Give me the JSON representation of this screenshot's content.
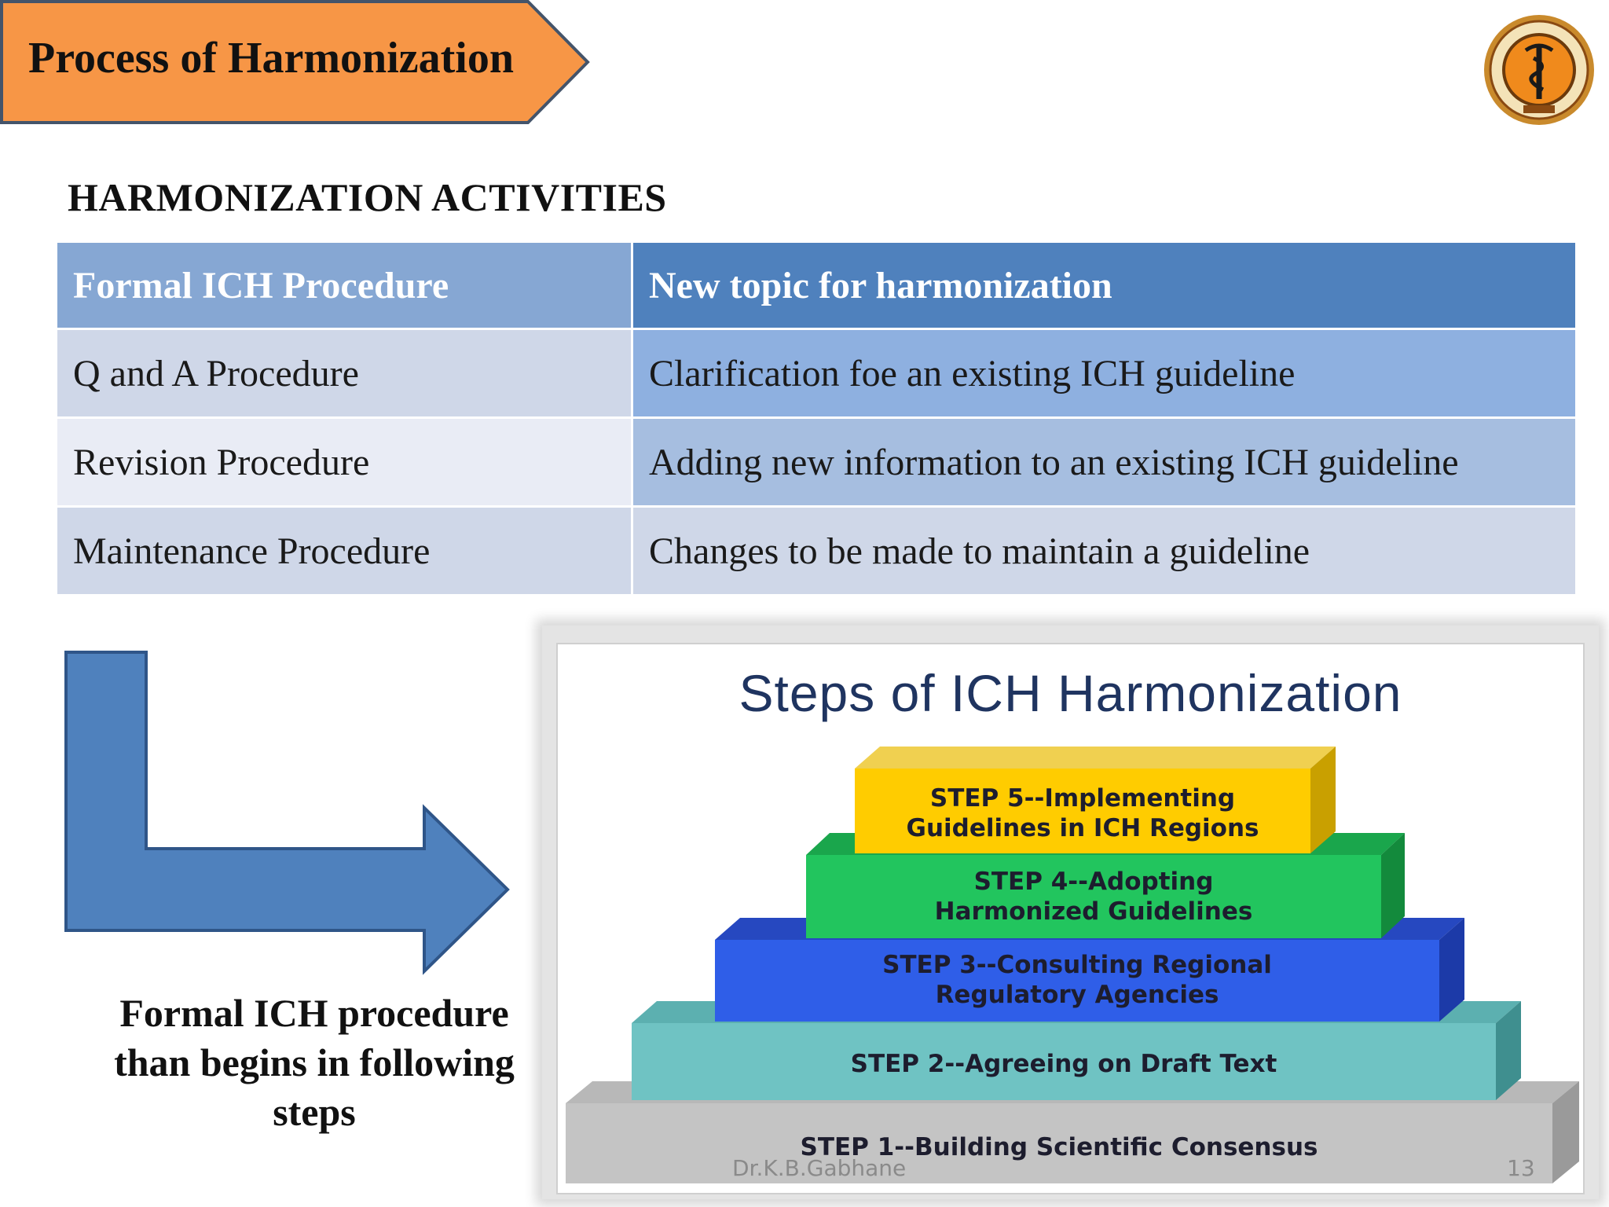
{
  "header": {
    "title": "Process of Harmonization",
    "banner_color": "#f79646",
    "banner_border": "#44546a",
    "logo_icon": "college-seal-icon"
  },
  "activities": {
    "heading": "HARMONIZATION ACTIVITIES",
    "columns": [
      "Formal ICH Procedure",
      "New topic for harmonization"
    ],
    "rows": [
      [
        "Q and A Procedure",
        "Clarification foe an existing ICH guideline"
      ],
      [
        "Revision Procedure",
        "Adding new information to an existing ICH guideline"
      ],
      [
        "Maintenance Procedure",
        "Changes to be made to maintain a guideline"
      ]
    ]
  },
  "callout": {
    "arrow_color": "#4f81bd",
    "caption": "Formal ICH procedure than begins in following steps"
  },
  "figure": {
    "title": "Steps of ICH Harmonization",
    "steps": [
      {
        "line1": "STEP 5--Implementing",
        "line2": "Guidelines in ICH Regions",
        "color": "#ffcc00"
      },
      {
        "line1": "STEP 4--Adopting",
        "line2": "Harmonized Guidelines",
        "color": "#22c55e"
      },
      {
        "line1": "STEP 3--Consulting Regional",
        "line2": "Regulatory Agencies",
        "color": "#2f5ee8"
      },
      {
        "line1": "STEP 2--Agreeing on Draft Text",
        "line2": "",
        "color": "#6fc3c3"
      },
      {
        "line1": "STEP 1--Building Scientific Consensus",
        "line2": "",
        "color": "#c4c4c4"
      }
    ]
  },
  "footer": {
    "author": "Dr.K.B.Gabhane",
    "page_number": "13"
  }
}
